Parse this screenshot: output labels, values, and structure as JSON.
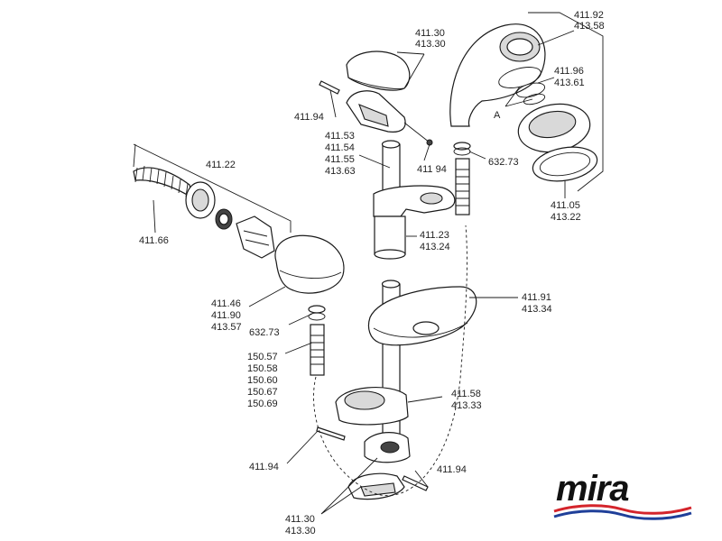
{
  "labels": {
    "head_holder_cover": [
      "411.30",
      "413.30"
    ],
    "screw_top": "411.94",
    "screw_top_right": "411 94",
    "riser_rail": [
      "411.53",
      "411.54",
      "411.55",
      "413.63"
    ],
    "handset": [
      "411.92",
      "413.58"
    ],
    "o_rings": [
      "411.96",
      "413.61"
    ],
    "o_rings_ref": "A",
    "washer_right": "632.73",
    "spray_ring": [
      "411.05",
      "413.22"
    ],
    "elbow_kit": "411.22",
    "hose_left": "411.66",
    "slider": [
      "411.23",
      "413.24"
    ],
    "outlet_cover": [
      "411.46",
      "411.90",
      "413.57"
    ],
    "washer_left": "632.73",
    "hose": [
      "150.57",
      "150.58",
      "150.60",
      "150.67",
      "150.69"
    ],
    "soap_dish": [
      "411.91",
      "413.34"
    ],
    "bracket": [
      "411.58",
      "413.33"
    ],
    "screw_bottom_left": "411.94",
    "screw_bottom_right": "411.94",
    "bottom_cover": [
      "411.30",
      "413.30"
    ]
  },
  "logo": {
    "text": "mira",
    "colors": {
      "text": "#111111",
      "wave_red": "#d4242b",
      "wave_blue": "#1f3f99"
    }
  }
}
